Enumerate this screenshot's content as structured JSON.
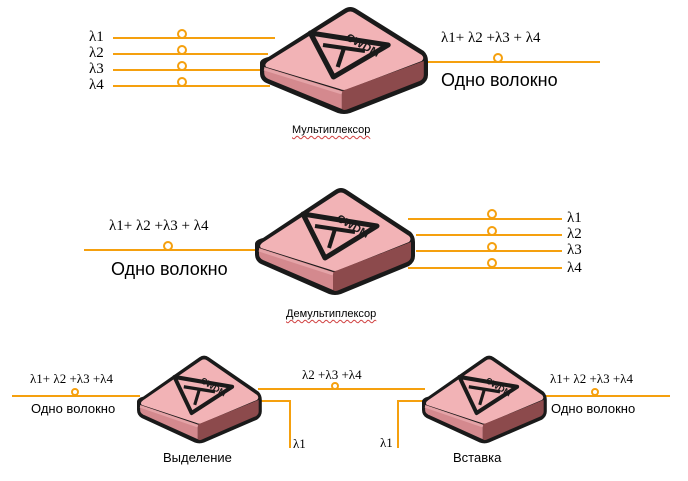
{
  "colors": {
    "fiber": "#f5a00e",
    "device_top": "#f0b0b4",
    "device_front": "#d58f93",
    "device_side": "#8e4c4e",
    "outline": "#1a1a1a"
  },
  "multiplexer": {
    "device_label": "CWDM",
    "caption": "Мультиплексор",
    "inputs": [
      "λ1",
      "λ2",
      "λ3",
      "λ4"
    ],
    "output_signal": "λ1+ λ2 +λ3 + λ4",
    "output_fiber": "Одно волокно"
  },
  "demultiplexer": {
    "device_label": "CWDM",
    "caption": "Демультиплексор",
    "input_signal": "λ1+ λ2 +λ3 + λ4",
    "input_fiber": "Одно волокно",
    "outputs": [
      "λ1",
      "λ2",
      "λ3",
      "λ4"
    ]
  },
  "add_drop": {
    "drop": {
      "device_label": "CWDM",
      "caption": "Выделение",
      "input_signal": "λ1+ λ2 +λ3 +λ4",
      "input_fiber": "Одно волокно",
      "dropped": "λ1"
    },
    "middle_signal": "λ2 +λ3 +λ4",
    "add": {
      "device_label": "CWDM",
      "caption": "Вставка",
      "added": "λ1",
      "output_signal": "λ1+ λ2 +λ3 +λ4",
      "output_fiber": "Одно волокно"
    }
  }
}
